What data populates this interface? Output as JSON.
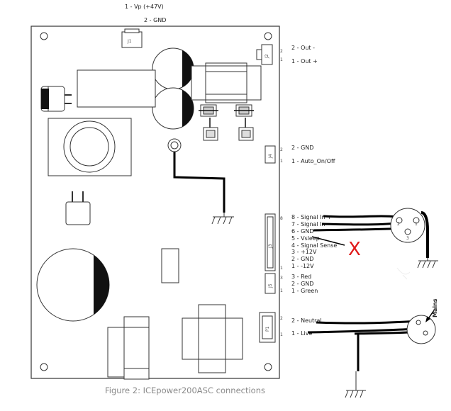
{
  "labels": {
    "j1_pin1": "1 - Vp (+47V)",
    "j1_pin2": "2 - GND",
    "j2_pin2": "2 - Out -",
    "j2_pin1": "1 - Out +",
    "j4_pin2": "2 - GND",
    "j4_pin1": "1 - Auto_On/Off",
    "j3_pin8": "8 - Signal In +",
    "j3_pin7": "7 - Signal In -",
    "j3_pin6": "6 - GND",
    "j3_pin5": "5 - Vsleep",
    "j3_pin4": "4 - Signal Sense",
    "j3_pin3": "3 - +12V",
    "j3_pin2": "2 - GND",
    "j3_pin1": "1 - -12V",
    "j5_pin3": "3 - Red",
    "j5_pin2": "2 - GND",
    "j5_pin1": "1 - Green",
    "p1_pin2": "2 - Neutral",
    "p1_pin1": "1 - Live",
    "mains": "Mains"
  },
  "connectors": {
    "j1": "J1",
    "j2": "J2",
    "j4": "J4",
    "j3": "J3",
    "j5": "J5",
    "p1": "P1"
  },
  "pin_numbers": {
    "j2_top": "2",
    "j2_bottom": "1",
    "j4_top": "2",
    "j4_bottom": "1",
    "j3_top": "8",
    "j3_bottom": "1",
    "j5_top": "3",
    "j5_bottom": "1",
    "p1_top": "2",
    "p1_bottom": "1",
    "xlr_2": "2",
    "xlr_1": "1",
    "xlr_3": "3"
  },
  "caption": "Figure 2: ICEpower200ASC connections",
  "annotations": {
    "cross_mark": "X",
    "wire_color": "#000000",
    "cross_color": "#e01818"
  }
}
